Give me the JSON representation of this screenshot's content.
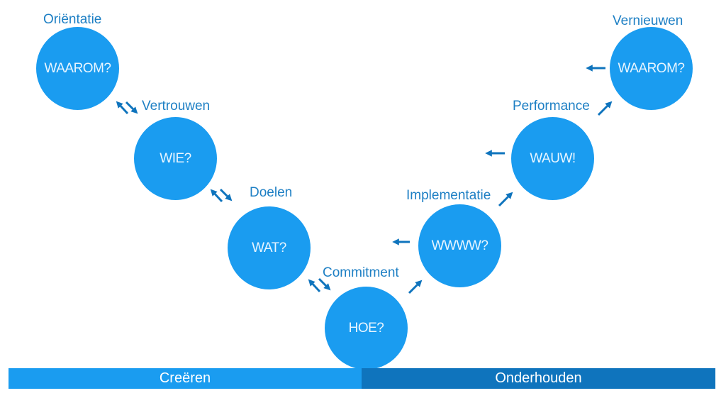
{
  "stages": [
    {
      "id": "orientatie",
      "label": "Oriëntatie",
      "question": "WAAROM?"
    },
    {
      "id": "vertrouwen",
      "label": "Vertrouwen",
      "question": "WIE?"
    },
    {
      "id": "doelen",
      "label": "Doelen",
      "question": "WAT?"
    },
    {
      "id": "commitment",
      "label": "Commitment",
      "question": "HOE?"
    },
    {
      "id": "implementatie",
      "label": "Implementatie",
      "question": "WWWW?"
    },
    {
      "id": "performance",
      "label": "Performance",
      "question": "WAUW!"
    },
    {
      "id": "vernieuwen",
      "label": "Vernieuwen",
      "question": "WAAROM?"
    }
  ],
  "bottom_bar": {
    "left_label": "Creëren",
    "right_label": "Onderhouden"
  },
  "colors": {
    "circle": "#1a9cf0",
    "label": "#1d7fc4",
    "arrow": "#0f74bd",
    "bar_left": "#1a9cf0",
    "bar_right": "#0f74bd"
  }
}
